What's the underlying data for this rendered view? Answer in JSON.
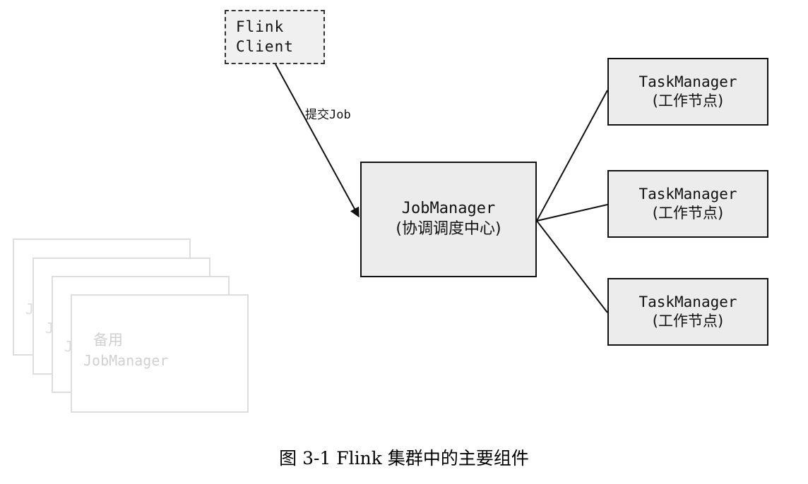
{
  "client": {
    "line1": "Flink",
    "line2": "Client"
  },
  "submit_label": "提交Job",
  "jobmanager": {
    "line1": "JobManager",
    "line2": "(协调调度中心)"
  },
  "taskmanagers": [
    {
      "line1": "TaskManager",
      "line2": "(工作节点)"
    },
    {
      "line1": "TaskManager",
      "line2": "(工作节点)"
    },
    {
      "line1": "TaskManager",
      "line2": "(工作节点)"
    }
  ],
  "standby": {
    "peek_letter": "J",
    "line1": "备用",
    "line2": "JobManager"
  },
  "caption": "图 3-1 Flink 集群中的主要组件",
  "colors": {
    "box_fill": "#ececec",
    "client_fill": "#f0f0f0",
    "standby_stroke": "#dddddd",
    "line": "#111111"
  }
}
